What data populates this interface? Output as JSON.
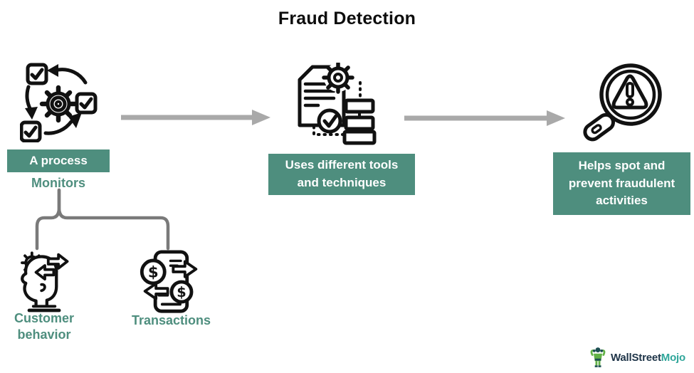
{
  "title": "Fraud Detection",
  "steps": [
    {
      "icon": "process-cycle-icon",
      "label": "A process"
    },
    {
      "icon": "tools-techniques-icon",
      "label": "Uses different tools and techniques"
    },
    {
      "icon": "magnifier-warning-icon",
      "label": "Helps spot and prevent fraudulent activities"
    }
  ],
  "monitors": {
    "label": "Monitors",
    "children": [
      {
        "icon": "customer-behavior-icon",
        "label": "Customer behavior"
      },
      {
        "icon": "transactions-icon",
        "label": "Transactions"
      }
    ]
  },
  "logo": {
    "icon": "wallstreetmojo-mascot-icon",
    "text_primary": "WallStreet",
    "text_secondary": "Mojo"
  },
  "colors": {
    "accent_teal": "#4E8E7E",
    "arrow_gray": "#A9A9A9",
    "bracket_gray": "#7A7A7A",
    "icon_black": "#111111",
    "logo_navy": "#1E3448",
    "logo_teal": "#2FA69A"
  }
}
